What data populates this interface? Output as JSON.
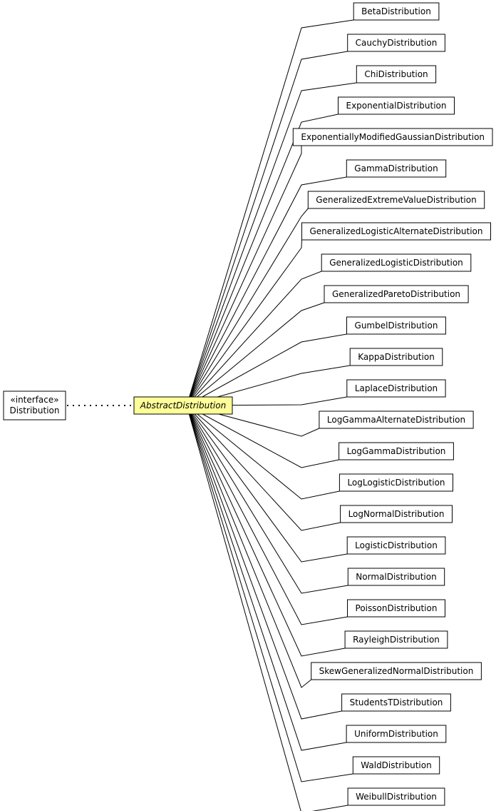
{
  "interface": {
    "stereotype": "«interface»",
    "name": "Distribution"
  },
  "abstract": {
    "name": "AbstractDistribution",
    "fill": "#ffff99"
  },
  "subclasses": [
    "BetaDistribution",
    "CauchyDistribution",
    "ChiDistribution",
    "ExponentialDistribution",
    "ExponentiallyModifiedGaussianDistribution",
    "GammaDistribution",
    "GeneralizedExtremeValueDistribution",
    "GeneralizedLogisticAlternateDistribution",
    "GeneralizedLogisticDistribution",
    "GeneralizedParetoDistribution",
    "GumbelDistribution",
    "KappaDistribution",
    "LaplaceDistribution",
    "LogGammaAlternateDistribution",
    "LogGammaDistribution",
    "LogLogisticDistribution",
    "LogNormalDistribution",
    "LogisticDistribution",
    "NormalDistribution",
    "PoissonDistribution",
    "RayleighDistribution",
    "SkewGeneralizedNormalDistribution",
    "StudentsTDistribution",
    "UniformDistribution",
    "WaldDistribution",
    "WeibullDistribution"
  ]
}
